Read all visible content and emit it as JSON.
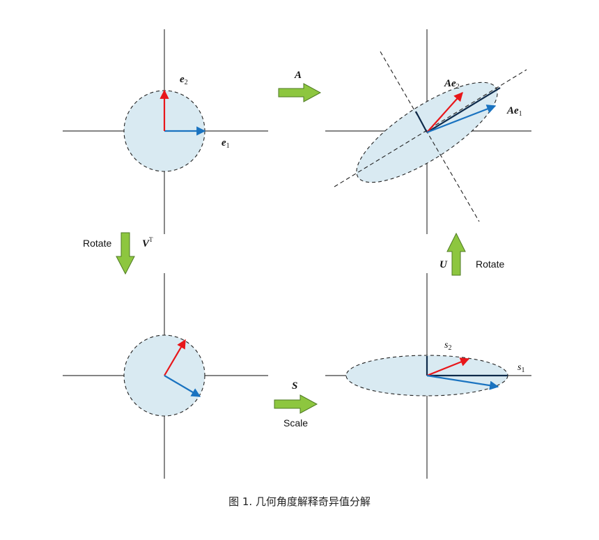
{
  "labels": {
    "e1_base": "e",
    "e1_sub": "1",
    "e2_base": "e",
    "e2_sub": "2",
    "A": "A",
    "Ae1_base": "Ae",
    "Ae1_sub": "1",
    "Ae2_base": "Ae",
    "Ae2_sub": "2",
    "rotate_left": "Rotate",
    "VT_base": "V",
    "VT_sup": "T",
    "S": "S",
    "scale": "Scale",
    "U": "U",
    "rotate_right": "Rotate",
    "s1_base": "s",
    "s1_sub": "1",
    "s2_base": "s",
    "s2_sub": "2"
  },
  "caption": "图 1. 几何角度解释奇异值分解",
  "colors": {
    "red_vector": "#e8161a",
    "blue_vector": "#1a73c0",
    "dark_vector": "#0e2a4a",
    "disk_fill": "#d9eaf2",
    "green_arrow": "#8dc63f"
  }
}
